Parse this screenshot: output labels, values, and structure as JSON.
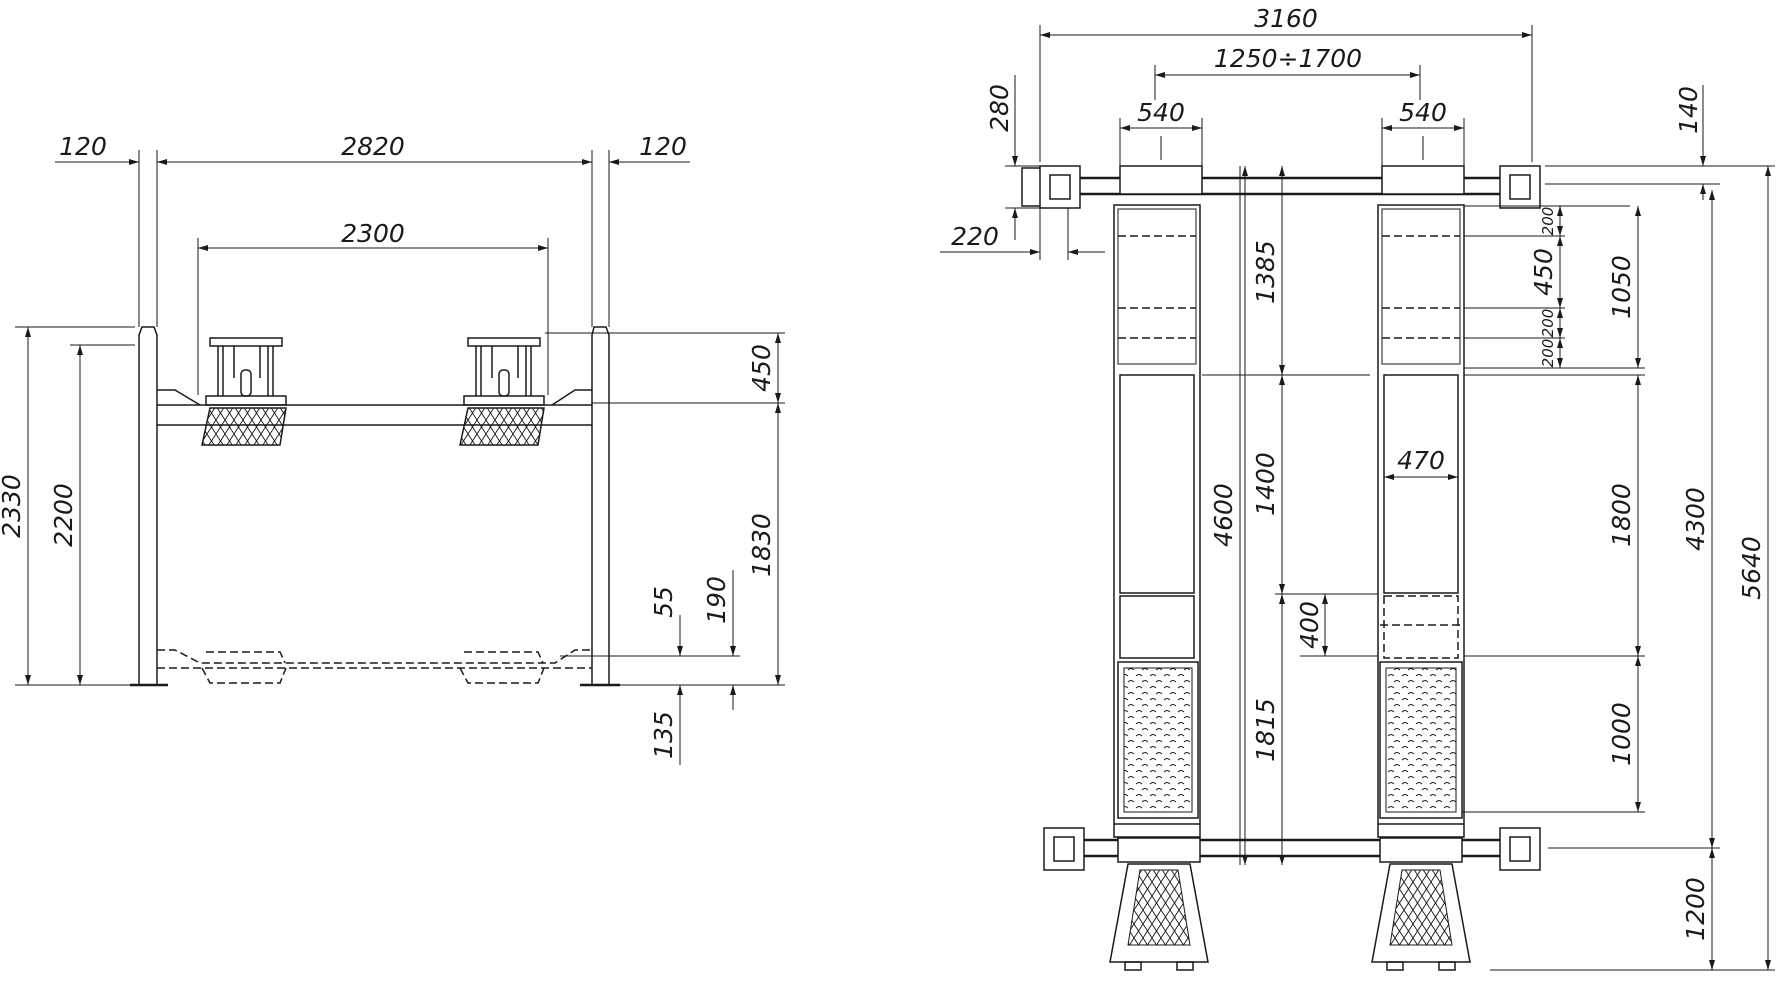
{
  "front_view": {
    "dim_post_width_left": "120",
    "dim_post_span": "2820",
    "dim_post_width_right": "120",
    "dim_jack_span": "2300",
    "dim_total_height": "2330",
    "dim_post_height": "2200",
    "dim_jack_height": "450",
    "dim_lift_height": "1830",
    "dim_runway_thickness": "55",
    "dim_min_height": "190",
    "dim_base_offset": "135"
  },
  "top_view": {
    "dim_total_width": "3160",
    "dim_track_range": "1250÷1700",
    "dim_runway_width_left": "540",
    "dim_runway_width_right": "540",
    "dim_crossbeam_width": "280",
    "dim_post_offset": "220",
    "dim_top_offset": "140",
    "dim_jack_zone": "1385",
    "dim_middle_zone": "1400",
    "dim_turntable_zone": "1815",
    "dim_runway_length": "4600",
    "dim_plate_width": "470",
    "dim_slot_gap": "400",
    "dim_slot_a": "200",
    "dim_slot_b": "450",
    "dim_slot_c": "200",
    "dim_slot_d": "200",
    "dim_section_top": "1050",
    "dim_section_mid": "1800",
    "dim_section_bottom": "1000",
    "dim_post_spacing": "4300",
    "dim_overall_length": "5640",
    "dim_ramp_length": "1200"
  }
}
